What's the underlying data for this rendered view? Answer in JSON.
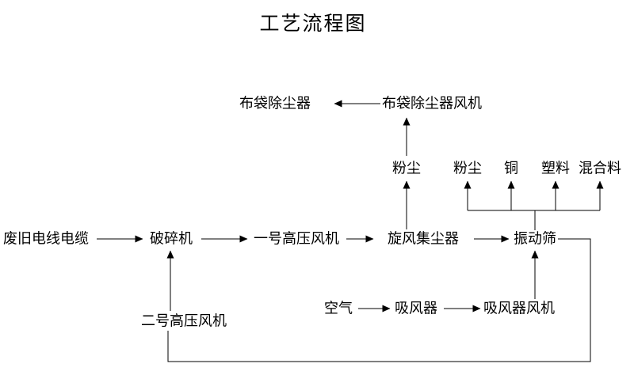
{
  "title": "工艺流程图",
  "colors": {
    "line": "#000000",
    "text": "#000000",
    "background": "#ffffff"
  },
  "nodes": {
    "bag_filter": {
      "label": "布袋除尘器"
    },
    "bag_filter_fan": {
      "label": "布袋除尘器风机"
    },
    "dust_left": {
      "label": "粉尘"
    },
    "dust_right": {
      "label": "粉尘"
    },
    "copper": {
      "label": "铜"
    },
    "plastic": {
      "label": "塑料"
    },
    "mixture": {
      "label": "混合料"
    },
    "waste_cable": {
      "label": "废旧电线电缆"
    },
    "crusher": {
      "label": "破碎机"
    },
    "high_pressure_fan_1": {
      "label": "一号高压风机"
    },
    "cyclone_collector": {
      "label": "旋风集尘器"
    },
    "vibrating_screen": {
      "label": "振动筛"
    },
    "air": {
      "label": "空气"
    },
    "suction_device": {
      "label": "吸风器"
    },
    "suction_fan": {
      "label": "吸风器风机"
    },
    "high_pressure_fan_2": {
      "label": "二号高压风机"
    }
  },
  "edges": [
    {
      "from": "waste_cable",
      "to": "crusher"
    },
    {
      "from": "crusher",
      "to": "high_pressure_fan_1"
    },
    {
      "from": "high_pressure_fan_1",
      "to": "cyclone_collector"
    },
    {
      "from": "cyclone_collector",
      "to": "vibrating_screen"
    },
    {
      "from": "cyclone_collector",
      "to": "dust_left"
    },
    {
      "from": "dust_left",
      "to": "bag_filter_fan"
    },
    {
      "from": "bag_filter_fan",
      "to": "bag_filter"
    },
    {
      "from": "vibrating_screen",
      "to": "dust_right"
    },
    {
      "from": "vibrating_screen",
      "to": "copper"
    },
    {
      "from": "vibrating_screen",
      "to": "plastic"
    },
    {
      "from": "vibrating_screen",
      "to": "mixture"
    },
    {
      "from": "air",
      "to": "suction_device"
    },
    {
      "from": "suction_device",
      "to": "suction_fan"
    },
    {
      "from": "suction_fan",
      "to": "vibrating_screen"
    },
    {
      "from": "vibrating_screen",
      "to": "high_pressure_fan_2"
    },
    {
      "from": "high_pressure_fan_2",
      "to": "crusher"
    }
  ]
}
